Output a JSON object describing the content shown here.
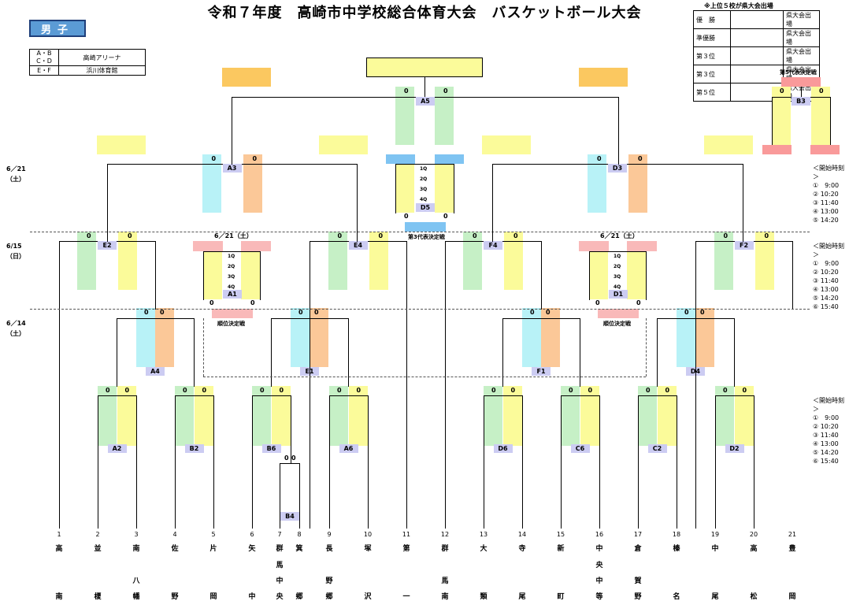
{
  "title": "令和７年度　高崎市中学校総合体育大会　バスケットボール大会",
  "gender": "男子",
  "venues": [
    {
      "courts": "A・B\nC・D",
      "venue": "高崎アリーナ"
    },
    {
      "courts": "E・F",
      "venue": "浜川体育館"
    }
  ],
  "results_note": "※上位５校が県大会出場",
  "results": [
    {
      "place": "優　勝",
      "status": "県大会出場"
    },
    {
      "place": "準優勝",
      "status": "県大会出場"
    },
    {
      "place": "第３位",
      "status": "県大会出場"
    },
    {
      "place": "第３位",
      "status": "県大会出場"
    },
    {
      "place": "第５位",
      "status": "県大会出場"
    }
  ],
  "dates": {
    "d1": "6／14\n（土）",
    "d2": "6/15\n（日）",
    "d3": "6／21\n（土）",
    "sub_left": "6／21（土）",
    "sub_right": "6／21（土）"
  },
  "time_header": "＜開始時刻＞",
  "times6": [
    "①　9:00",
    "② 10:20",
    "③ 11:40",
    "④ 13:00",
    "⑤ 14:20",
    "⑥ 15:40"
  ],
  "times5": [
    "①　9:00",
    "② 10:20",
    "③ 11:40",
    "④ 13:00",
    "⑤ 14:20"
  ],
  "quarters": [
    "1Q",
    "2Q",
    "3Q",
    "4Q"
  ],
  "captions": {
    "third": "第3代表決定戦",
    "fifth": "第5代表決定戦",
    "rank": "順位決定戦"
  },
  "score": "0",
  "games": {
    "A2": "A2",
    "B2": "B2",
    "B6": "B6",
    "A6": "A6",
    "D6": "D6",
    "C6": "C6",
    "C2": "C2",
    "D2": "D2",
    "B4": "B4",
    "A4": "A4",
    "E1": "E1",
    "F1": "F1",
    "D4": "D4",
    "E2": "E2",
    "E4": "E4",
    "F4": "F4",
    "F2": "F2",
    "A1": "A1",
    "D1": "D1",
    "A3": "A3",
    "D3": "D3",
    "D5": "D5",
    "A5": "A5",
    "B3": "B3"
  },
  "teams": [
    {
      "n": "1",
      "c": [
        "高",
        "",
        "",
        "南"
      ]
    },
    {
      "n": "2",
      "c": [
        "並",
        "",
        "",
        "榎"
      ]
    },
    {
      "n": "3",
      "c": [
        "南",
        "",
        "八",
        "幡"
      ]
    },
    {
      "n": "4",
      "c": [
        "佐",
        "",
        "",
        "野"
      ]
    },
    {
      "n": "5",
      "c": [
        "片",
        "",
        "",
        "岡"
      ]
    },
    {
      "n": "6",
      "c": [
        "矢",
        "",
        "",
        "中"
      ]
    },
    {
      "n": "7",
      "c": [
        "群",
        "馬",
        "中",
        "央"
      ]
    },
    {
      "n": "8",
      "c": [
        "箕",
        "",
        "",
        "郷"
      ]
    },
    {
      "n": "9",
      "c": [
        "長",
        "",
        "野",
        "郷"
      ]
    },
    {
      "n": "10",
      "c": [
        "塚",
        "",
        "",
        "沢"
      ]
    },
    {
      "n": "11",
      "c": [
        "第",
        "",
        "",
        "一"
      ]
    },
    {
      "n": "12",
      "c": [
        "群",
        "",
        "馬",
        "南"
      ]
    },
    {
      "n": "13",
      "c": [
        "大",
        "",
        "",
        "類"
      ]
    },
    {
      "n": "14",
      "c": [
        "寺",
        "",
        "",
        "尾"
      ]
    },
    {
      "n": "15",
      "c": [
        "新",
        "",
        "",
        "町"
      ]
    },
    {
      "n": "16",
      "c": [
        "中",
        "央",
        "中",
        "等"
      ]
    },
    {
      "n": "17",
      "c": [
        "倉",
        "",
        "賀",
        "野"
      ]
    },
    {
      "n": "18",
      "c": [
        "榛",
        "",
        "",
        "名"
      ]
    },
    {
      "n": "19",
      "c": [
        "中",
        "",
        "",
        "尾"
      ]
    },
    {
      "n": "20",
      "c": [
        "高",
        "",
        "",
        "松"
      ]
    },
    {
      "n": "21",
      "c": [
        "豊",
        "",
        "",
        "岡"
      ]
    }
  ],
  "colors": {
    "green": "#c6f0c6",
    "yellow": "#fbfb9a",
    "cyan": "#b8f2f7",
    "orange": "#fbc898",
    "pink": "#f9b9b9",
    "red": "#f99a9a",
    "blue": "#7fc4f2",
    "label": "#ccccf2",
    "champ": "#fbfb9a",
    "amber": "#fbc860"
  }
}
